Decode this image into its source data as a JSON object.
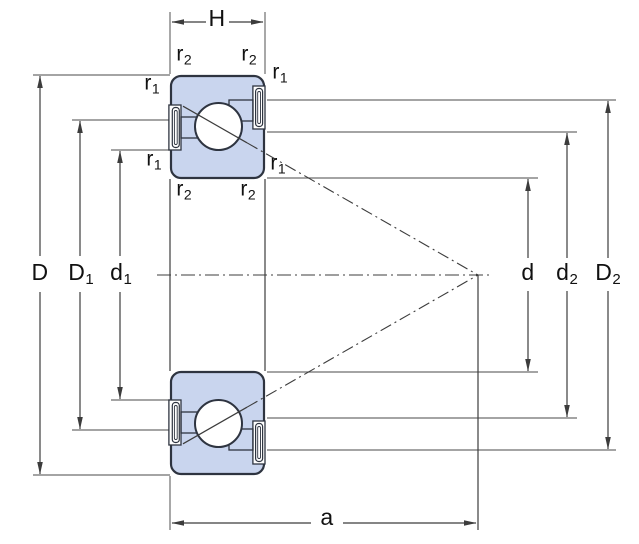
{
  "drawing": {
    "description": "Cross-section dimension drawing of a single-row angular contact ball bearing",
    "background": "#ffffff",
    "bearing_fill": "#c9d5ee",
    "outline_color": "#2e3440",
    "dimension_line_color": "#3c3c3c",
    "extension_line_color": "#6e6e6e",
    "label_color": "#111111"
  },
  "labels": {
    "H": {
      "main": "H",
      "sub": ""
    },
    "a": {
      "main": "a",
      "sub": ""
    },
    "D": {
      "main": "D",
      "sub": ""
    },
    "D1": {
      "main": "D",
      "sub": "1"
    },
    "d1": {
      "main": "d",
      "sub": "1"
    },
    "d": {
      "main": "d",
      "sub": ""
    },
    "d2": {
      "main": "d",
      "sub": "2"
    },
    "D2": {
      "main": "D",
      "sub": "2"
    },
    "r1_top_left": {
      "main": "r",
      "sub": "1"
    },
    "r1_top_right": {
      "main": "r",
      "sub": "1"
    },
    "r1_bottom_left": {
      "main": "r",
      "sub": "1"
    },
    "r1_bottom_right": {
      "main": "r",
      "sub": "1"
    },
    "r2_top_left": {
      "main": "r",
      "sub": "2"
    },
    "r2_top_right": {
      "main": "r",
      "sub": "2"
    },
    "r2_bottom_left": {
      "main": "r",
      "sub": "2"
    },
    "r2_bottom_right": {
      "main": "r",
      "sub": "2"
    }
  }
}
